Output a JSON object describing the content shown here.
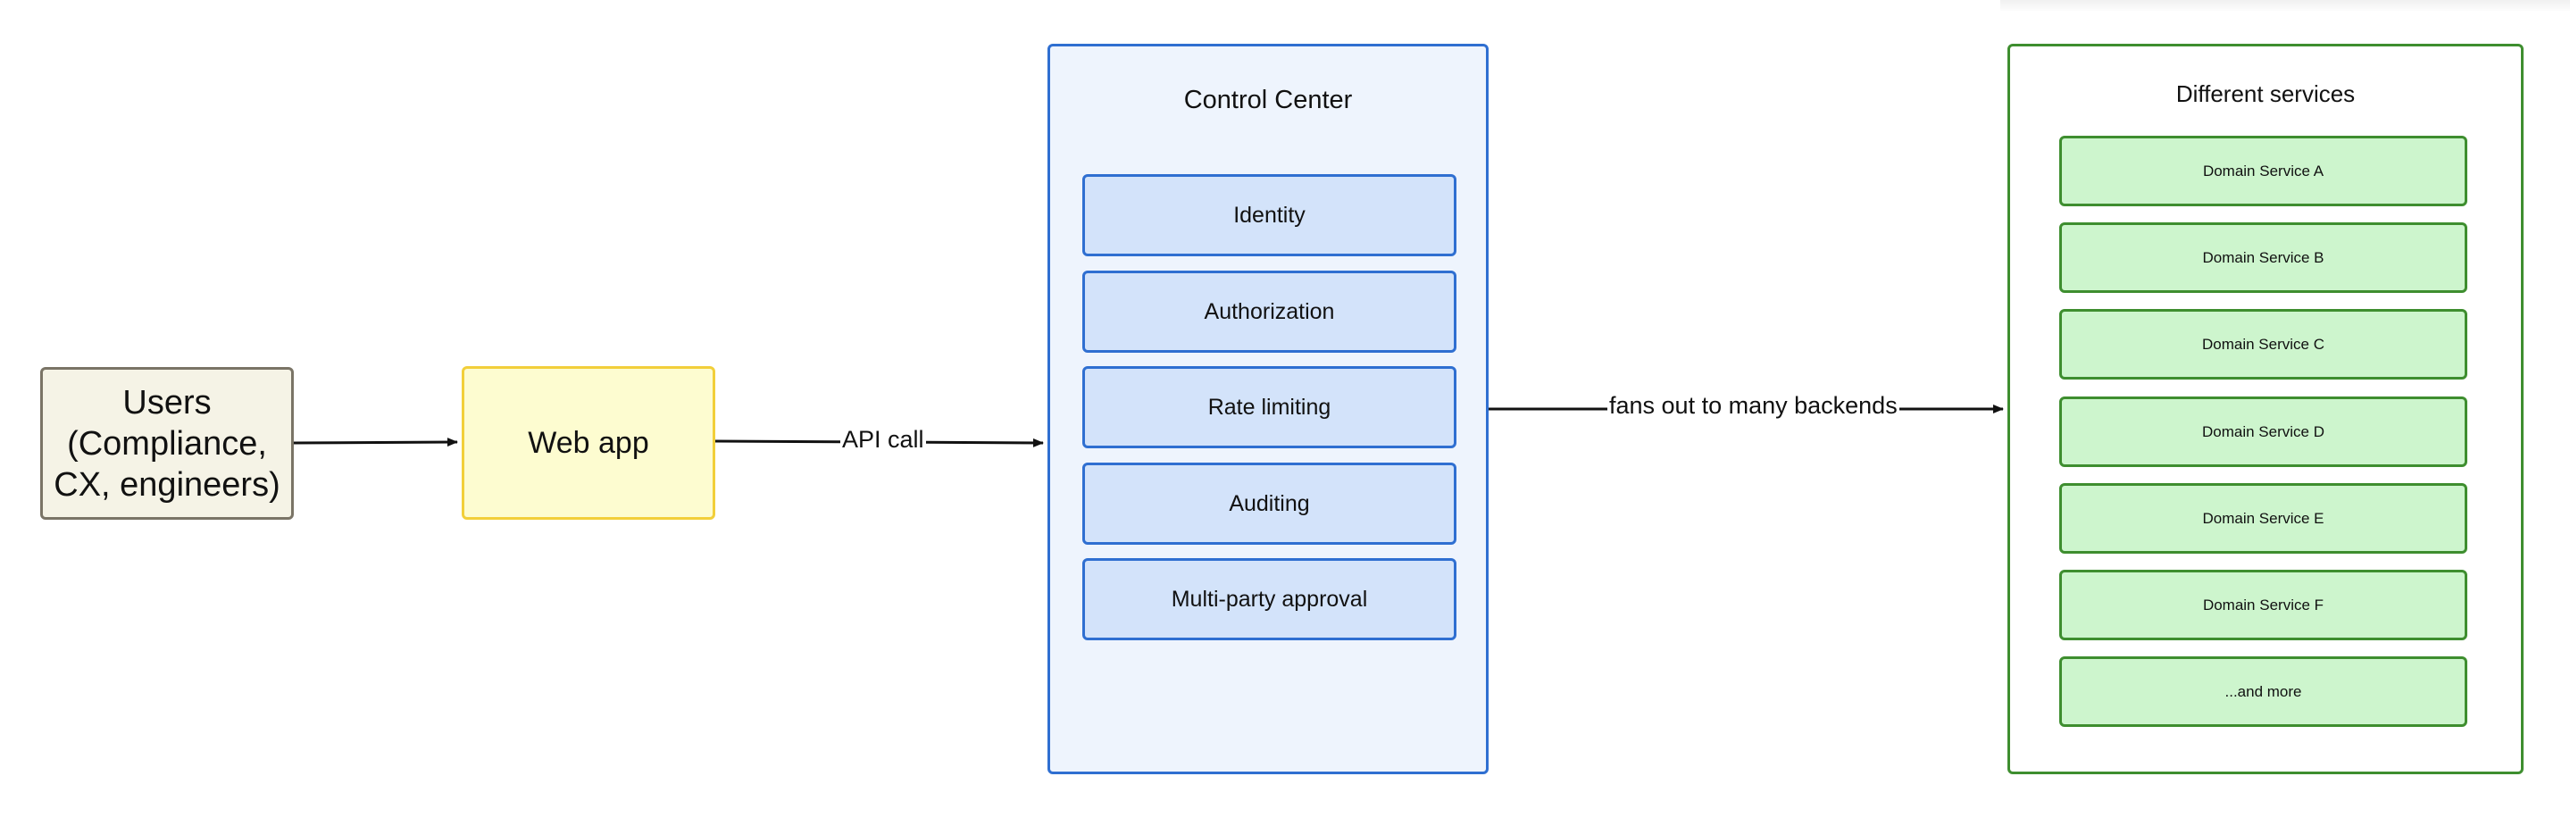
{
  "nodes": {
    "users": "Users\n(Compliance,\nCX, engineers)",
    "web_app": "Web app"
  },
  "control_center": {
    "title": "Control Center",
    "items": [
      "Identity",
      "Authorization",
      "Rate limiting",
      "Auditing",
      "Multi-party approval"
    ]
  },
  "services": {
    "title": "Different services",
    "items": [
      "Domain Service A",
      "Domain Service B",
      "Domain Service C",
      "Domain Service D",
      "Domain Service E",
      "Domain Service F",
      "...and more"
    ]
  },
  "edges": {
    "api_call": "API call",
    "fan_out": "fans out to many backends"
  },
  "colors": {
    "users_fill": "#f5f3e6",
    "web_app_fill": "#fdfcd0",
    "control_fill": "#eef4fd",
    "control_border": "#2f6fd1",
    "service_fill": "#cdf5cd",
    "service_border": "#3e8e2f"
  }
}
